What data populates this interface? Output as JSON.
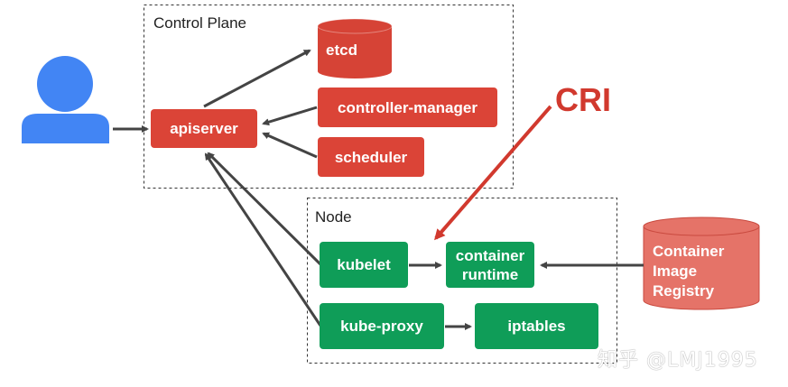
{
  "control_plane": {
    "label": "Control Plane",
    "apiserver": "apiserver",
    "etcd": "etcd",
    "controller_manager": "controller-manager",
    "scheduler": "scheduler"
  },
  "node": {
    "label": "Node",
    "kubelet": "kubelet",
    "container_runtime": "container\nruntime",
    "kube_proxy": "kube-proxy",
    "iptables": "iptables"
  },
  "registry": {
    "lines": [
      "Container",
      "Image",
      "Registry"
    ]
  },
  "annotation": {
    "cri": "CRI"
  },
  "watermark": "知乎 @LMJ1995",
  "colors": {
    "control_plane_component": "#db4437",
    "etcd": "#d64336",
    "node_component": "#0f9d58",
    "registry": "#e57368",
    "user_icon": "#4285f4",
    "arrow": "#444444",
    "cri_arrow": "#d1392e"
  },
  "icons": {
    "user": "user-icon"
  }
}
